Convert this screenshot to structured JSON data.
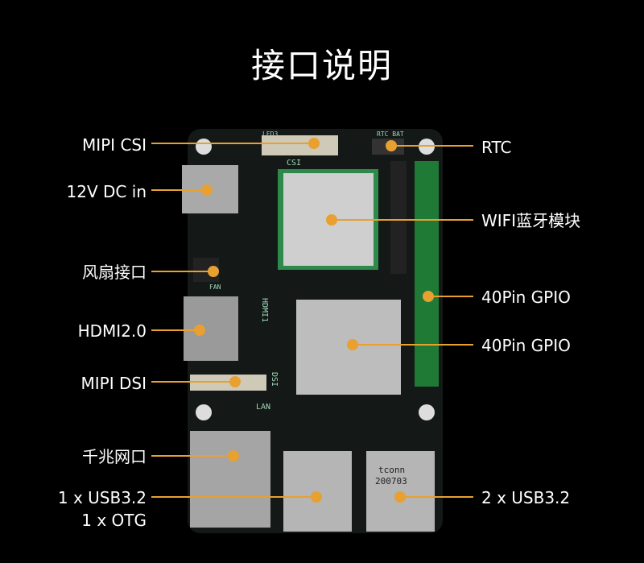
{
  "title": "接口说明",
  "accent": "#e8a030",
  "left_labels": [
    "MIPI CSI",
    "12V DC in",
    "风扇接口",
    "HDMI2.0",
    "MIPI DSI",
    "千兆网口",
    "1 x USB3.2",
    "1 x OTG"
  ],
  "right_labels": [
    "RTC",
    "WIFI蓝牙模块",
    "40Pin GPIO",
    "40Pin GPIO",
    "2 x USB3.2"
  ],
  "board_silkscreen": [
    "LED3",
    "RTC BAT",
    "CSI",
    "HDMI1",
    "DSI",
    "LAN",
    "FAN",
    "tconn",
    "200703"
  ]
}
